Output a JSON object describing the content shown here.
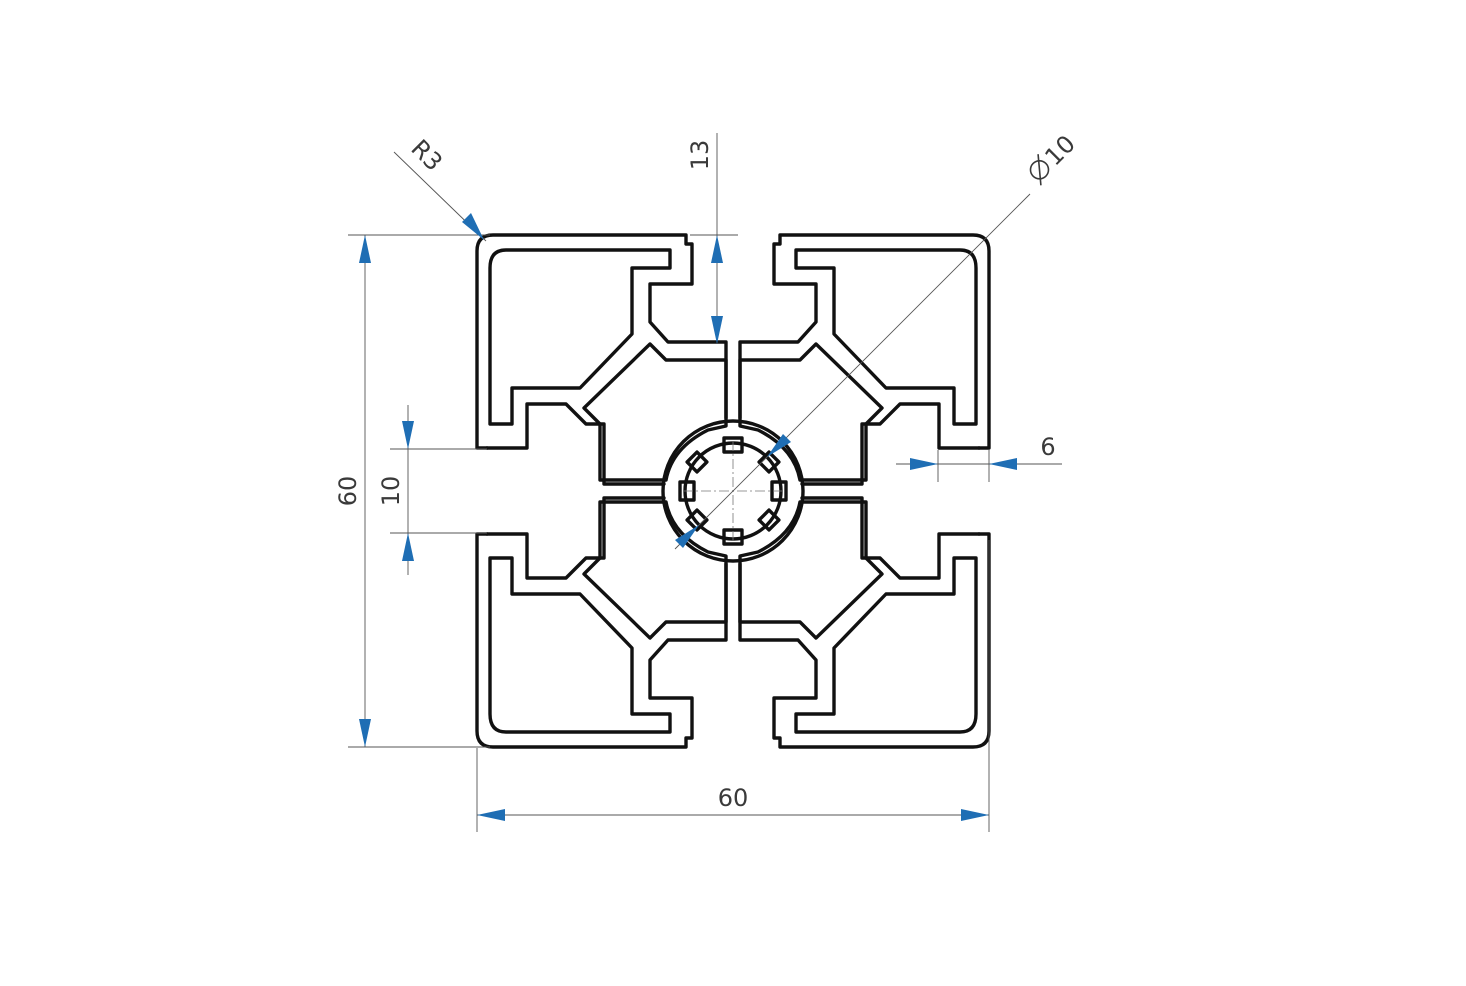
{
  "dimensions": {
    "width_label": "60",
    "height_label": "60",
    "slot_opening_label": "10",
    "slot_depth_label": "13",
    "wall_label": "6",
    "corner_radius_label": "R3",
    "bore_diameter_label": "10"
  },
  "colors": {
    "outline": "#111111",
    "dimension_line": "#555555",
    "arrow": "#1f6eb4",
    "text": "#3a3a3a"
  },
  "symbols": {
    "diameter_icon": "diameter-symbol"
  }
}
